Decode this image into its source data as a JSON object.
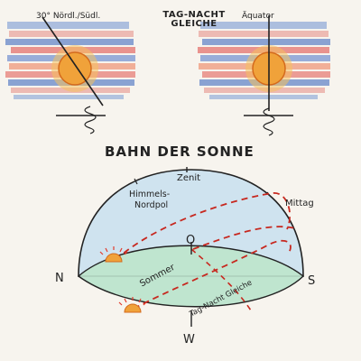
{
  "header": {
    "left_label": "30° Nördl./Südl.",
    "center_line1": "TAG-NACHT",
    "center_line2": "GLEICHE",
    "right_label": "Äquator"
  },
  "diagram": {
    "title": "BAHN DER SONNE",
    "zenith": "Zenit",
    "pole_line1": "Himmels-",
    "pole_line2": "Nordpol",
    "noon": "Mittag",
    "east": "O",
    "north": "N",
    "south": "S",
    "west": "W",
    "summer": "Sommer",
    "equinox": "Tag-Nacht Gleiche"
  },
  "colors": {
    "sky_dome": "#cfe3ef",
    "ground": "#bfe5cf",
    "sun": "#f0a23a",
    "sun_rays": "#e23b2d",
    "path_dash": "#c7281f",
    "stripe_blue": "#5b7fc6",
    "stripe_red": "#e2605a"
  }
}
